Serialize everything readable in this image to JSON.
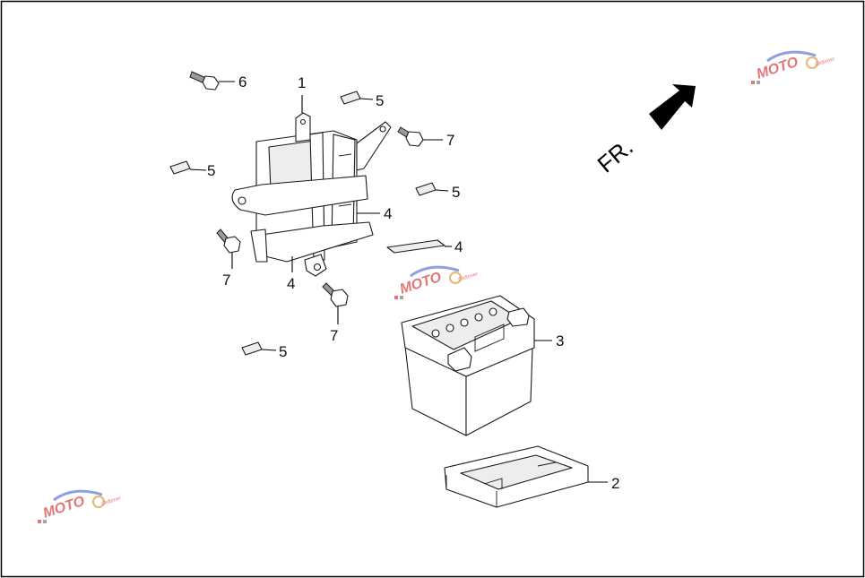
{
  "direction": {
    "label": "FR."
  },
  "callouts": {
    "c1": "1",
    "c2": "2",
    "c3": "3",
    "c4a": "4",
    "c4b": "4",
    "c4c": "4",
    "c5a": "5",
    "c5b": "5",
    "c5c": "5",
    "c5d": "5",
    "c6": "6",
    "c7a": "7",
    "c7b": "7",
    "c7c": "7"
  },
  "watermark": {
    "logo": "MOTO",
    "colors": {
      "primary": "#d84a4a",
      "accent": "#6a7fd6"
    }
  }
}
